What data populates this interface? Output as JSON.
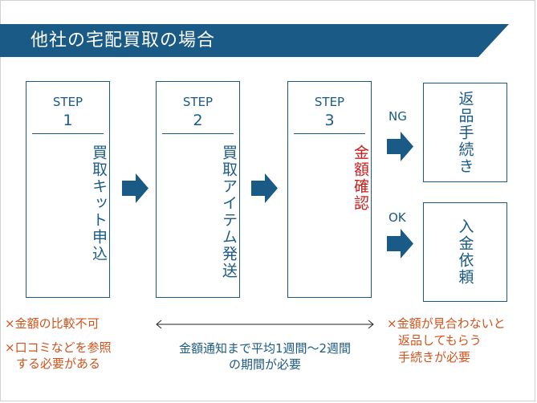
{
  "title": "他社の宅配買取の場合",
  "steps": [
    {
      "label": "STEP",
      "number": "1",
      "text": "買取キット申込"
    },
    {
      "label": "STEP",
      "number": "2",
      "text": "買取アイテム発送"
    },
    {
      "label": "STEP",
      "number": "3",
      "text": "金額確認"
    }
  ],
  "branches": {
    "ng_label": "NG",
    "ok_label": "OK",
    "ng_result": "返品手続き",
    "ok_result": "入金依頼"
  },
  "notes": {
    "left_1": "×金額の比較不可",
    "left_2a": "×口コミなどを参照",
    "left_2b": "する必要がある",
    "middle_1": "金額通知まで平均1週間〜2週間",
    "middle_2": "の期間が必要",
    "right_1": "×金額が見合わないと",
    "right_2": "返品してもらう",
    "right_3": "手続きが必要"
  },
  "colors": {
    "primary": "#1a5a86",
    "highlight": "#c81e1e",
    "warning": "#d2521a"
  },
  "icons": [
    "right-arrow-icon",
    "double-arrow-icon"
  ]
}
